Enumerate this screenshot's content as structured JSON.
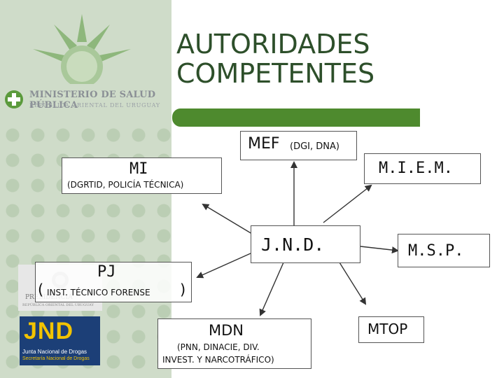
{
  "header": {
    "title_line1": "AUTORIDADES",
    "title_line2": "COMPETENTES",
    "ministry_name": "MINISTERIO DE SALUD PÚBLICA",
    "ministry_sub": "REPÚBLICA ORIENTAL DEL URUGUAY"
  },
  "nodes": {
    "mef": {
      "label": "MEF",
      "sub": "(DGI, DNA)"
    },
    "mi": {
      "label": "MI",
      "sub": "(DGRTID, POLICÍA TÉCNICA)"
    },
    "miem": {
      "label": "M.I.E.M."
    },
    "jnd": {
      "label": "J.N.D."
    },
    "msp": {
      "label": "M.S.P."
    },
    "pj": {
      "label": "PJ",
      "sub_open": "(",
      "sub": "INST. TÉCNICO FORENSE",
      "sub_close": ")"
    },
    "mdn": {
      "label": "MDN",
      "sub_line1": "(PNN, DINACIE, DIV.",
      "sub_line2": "INVEST. Y NARCOTRÁFICO)"
    },
    "mtop": {
      "label": "MTOP"
    }
  },
  "logos": {
    "presidencia_text": "PRESIDENCIA",
    "presidencia_sub": "REPÚBLICA ORIENTAL DEL URUGUAY",
    "jnd_text": "JND",
    "jnd_line1": "Junta Nacional de Drogas",
    "jnd_line2": "Secretaría Nacional de Drogas"
  },
  "colors": {
    "title": "#2d4f2a",
    "bar": "#4e8a2e",
    "sidebar": "#cfdcc9"
  }
}
